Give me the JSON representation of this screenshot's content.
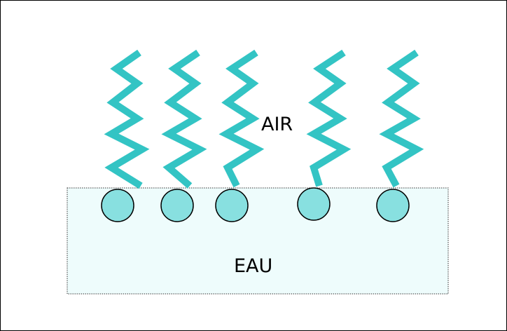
{
  "labels": {
    "air": "AIR",
    "water": "EAU"
  },
  "colors": {
    "chain": "#33c4c4",
    "head_fill": "#88e0e0",
    "head_stroke": "#000000",
    "water_fill": "#eefcfc",
    "water_border": "#333333"
  },
  "molecules": [
    {
      "id": "molecule-1"
    },
    {
      "id": "molecule-2"
    },
    {
      "id": "molecule-3"
    },
    {
      "id": "molecule-4"
    },
    {
      "id": "molecule-5"
    }
  ]
}
